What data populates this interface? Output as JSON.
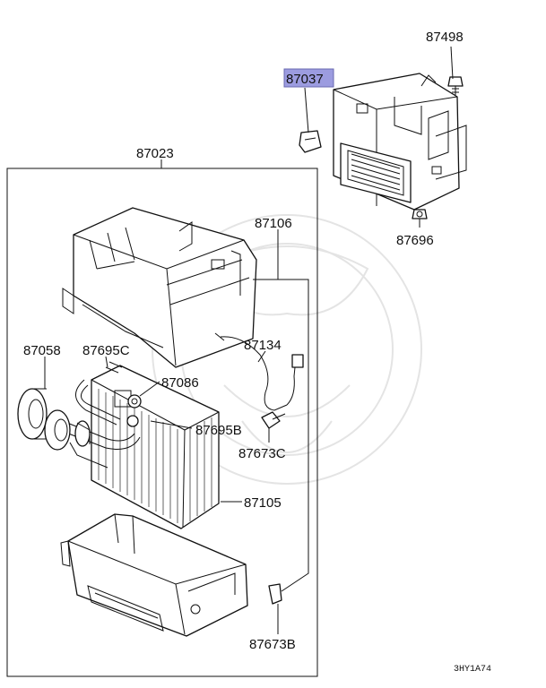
{
  "labels": {
    "p87498": "87498",
    "p87037": "87037",
    "p87696": "87696",
    "p87023": "87023",
    "p87106": "87106",
    "p87134": "87134",
    "p87058": "87058",
    "p87695c": "87695C",
    "p87086": "87086",
    "p87695b": "87695B",
    "p87673c": "87673C",
    "p87105": "87105",
    "p87673b": "87673B"
  },
  "diagram_code": "3HY1A74",
  "highlight": {
    "part": "87037",
    "color": "#9c9ce0"
  }
}
